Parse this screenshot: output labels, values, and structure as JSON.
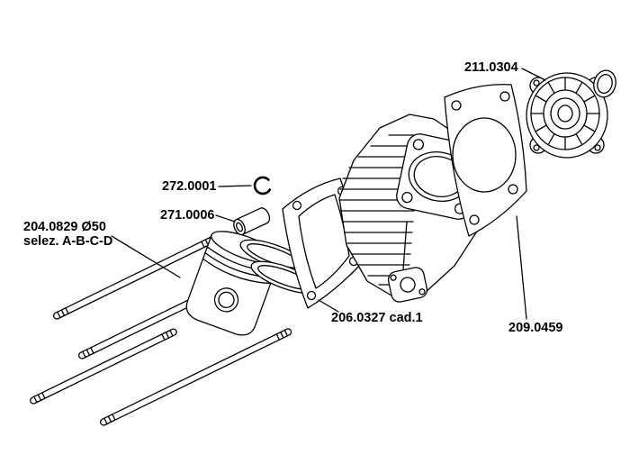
{
  "diagram": {
    "background": "#ffffff",
    "line_color": "#000000"
  },
  "labels": {
    "head": "211.0304",
    "circlip": "272.0001",
    "piston_pin": "271.0006",
    "piston_size": "204.0829 Ø50",
    "piston_selection": "selez. A-B-C-D",
    "base_gasket": "206.0327 cad.1",
    "head_gasket": "209.0459"
  }
}
